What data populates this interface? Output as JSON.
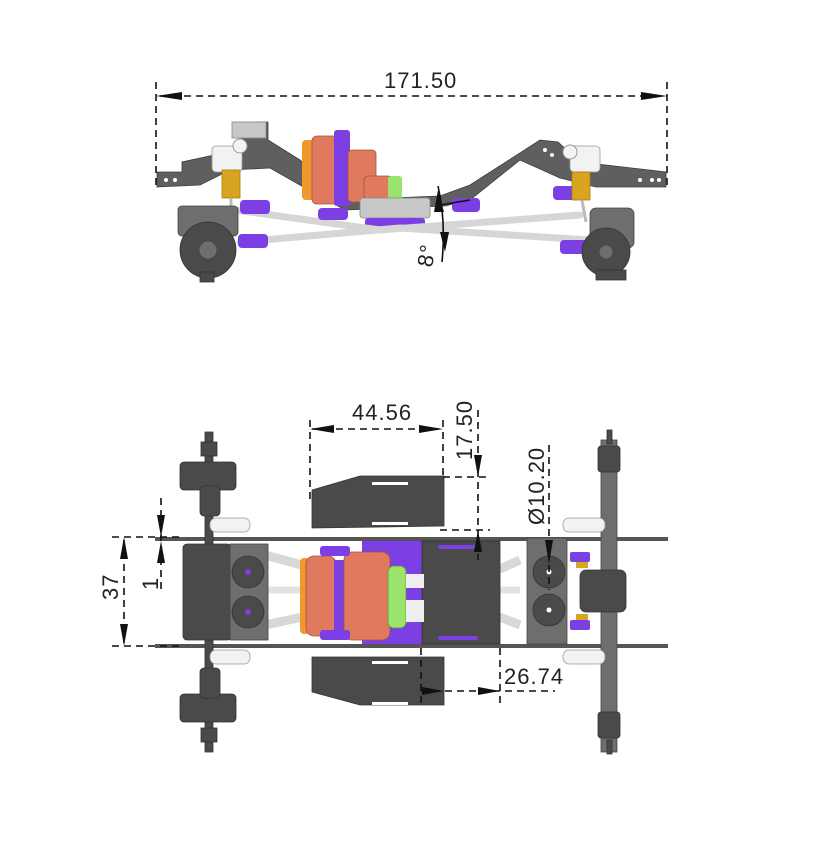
{
  "drawing": {
    "subject": "RC crawler chassis technical drawing",
    "views": [
      {
        "name": "side-view"
      },
      {
        "name": "top-view"
      }
    ]
  },
  "dimensions": {
    "overall_length": "171.50",
    "approach_angle": "8°",
    "skid_width": "44.56",
    "skid_offset": "17.50",
    "link_diameter": "Ø10.20",
    "frame_width": "37",
    "rail_thickness": "1",
    "rear_offset": "26.74"
  },
  "colors": {
    "frame_gray": "#5f5f5f",
    "dark_gray": "#4a4a4a",
    "purple": "#7b3fe4",
    "motor_salmon": "#e07a5f",
    "motor_orange": "#f0982e",
    "green": "#9be36b",
    "shock_gold": "#d9a520",
    "link_white": "#e6e6e6"
  }
}
